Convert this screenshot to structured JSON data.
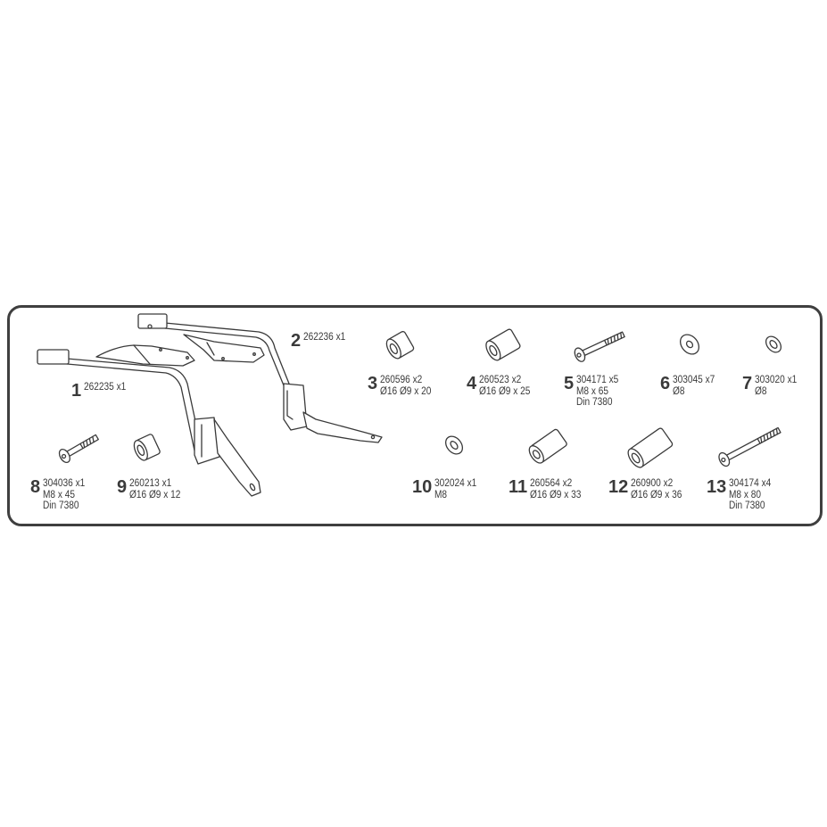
{
  "diagram": {
    "type": "parts_list",
    "frame": {
      "border_color": "#3f3f3f",
      "background": "#ffffff"
    },
    "parts": [
      {
        "num": "1",
        "code": "262235 x1",
        "spec": [],
        "icon": "bracket-left"
      },
      {
        "num": "2",
        "code": "262236 x1",
        "spec": [],
        "icon": "bracket-right"
      },
      {
        "num": "3",
        "code": "260596 x2",
        "spec": [
          "Ø16 Ø9 x 20"
        ],
        "icon": "spacer"
      },
      {
        "num": "4",
        "code": "260523 x2",
        "spec": [
          "Ø16 Ø9 x 25"
        ],
        "icon": "spacer"
      },
      {
        "num": "5",
        "code": "304171 x5",
        "spec": [
          "M8 x 65",
          "Din 7380"
        ],
        "icon": "bolt"
      },
      {
        "num": "6",
        "code": "303045 x7",
        "spec": [
          "Ø8"
        ],
        "icon": "washer"
      },
      {
        "num": "7",
        "code": "303020 x1",
        "spec": [
          "Ø8"
        ],
        "icon": "washer-small"
      },
      {
        "num": "8",
        "code": "304036 x1",
        "spec": [
          "M8 x 45",
          "Din 7380"
        ],
        "icon": "bolt"
      },
      {
        "num": "9",
        "code": "260213 x1",
        "spec": [
          "Ø16 Ø9 x 12"
        ],
        "icon": "spacer"
      },
      {
        "num": "10",
        "code": "302024 x1",
        "spec": [
          "M8"
        ],
        "icon": "nut"
      },
      {
        "num": "11",
        "code": "260564 x2",
        "spec": [
          "Ø16 Ø9 x 33"
        ],
        "icon": "spacer"
      },
      {
        "num": "12",
        "code": "260900 x2",
        "spec": [
          "Ø16 Ø9 x 36"
        ],
        "icon": "spacer"
      },
      {
        "num": "13",
        "code": "304174 x4",
        "spec": [
          "M8 x 80",
          "Din 7380"
        ],
        "icon": "bolt"
      }
    ]
  }
}
